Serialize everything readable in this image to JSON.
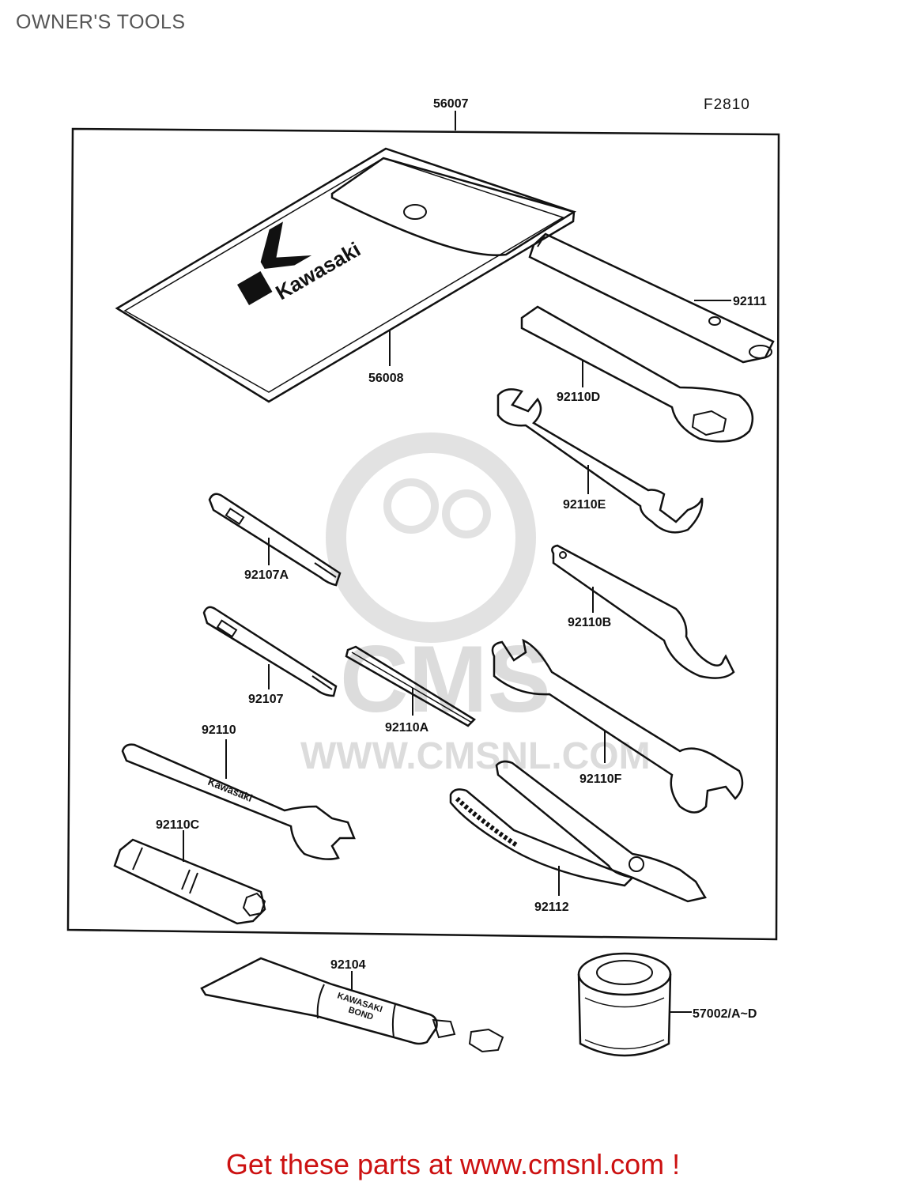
{
  "page": {
    "title": "OWNER'S TOOLS",
    "figure_code": "F2810"
  },
  "watermark": {
    "text": "WWW.CMSNL.COM",
    "logo_text": "CMS"
  },
  "parts": {
    "p56007": "56007",
    "p56008": "56008",
    "p92111": "92111",
    "p92110D": "92110D",
    "p92110E": "92110E",
    "p92107A": "92107A",
    "p92110B": "92110B",
    "p92107": "92107",
    "p92110A": "92110A",
    "p92110": "92110",
    "p92110F": "92110F",
    "p92110C": "92110C",
    "p92112": "92112",
    "p92104": "92104",
    "p57002": "57002/A~D"
  },
  "tool_markings": {
    "pouch_brand": "Kawasaki",
    "tube_label_1": "KAWASAKI",
    "tube_label_2": "BOND"
  },
  "footer": {
    "text": "Get these parts at www.cmsnl.com !"
  },
  "colors": {
    "line": "#111111",
    "watermark": "#dcdcdc",
    "footer": "#cc1111"
  }
}
